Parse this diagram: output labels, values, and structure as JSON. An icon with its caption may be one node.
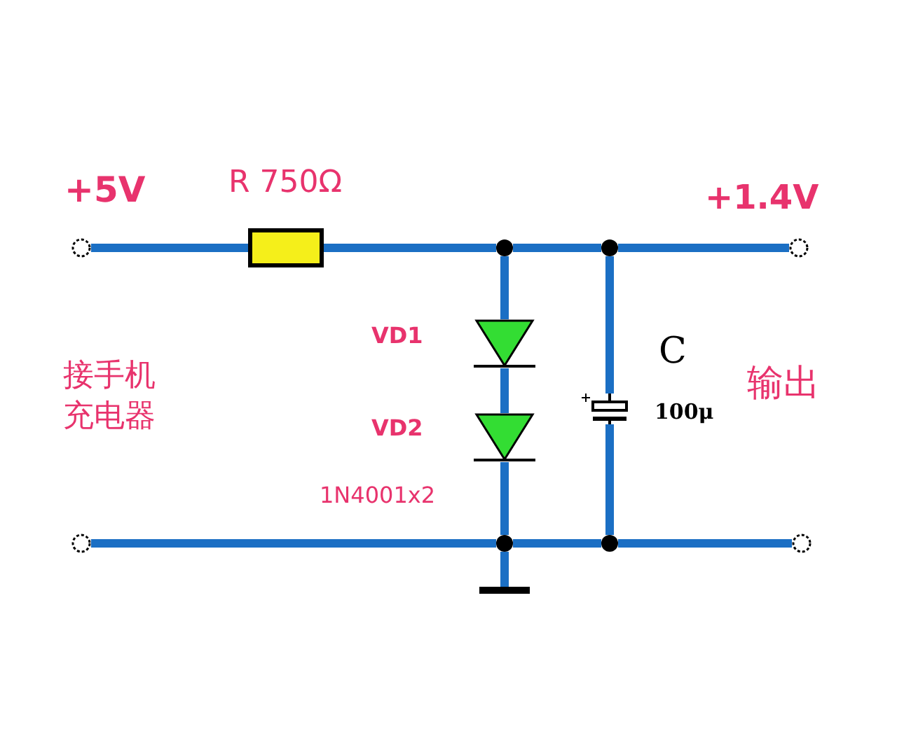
{
  "diagram": {
    "nodes": [
      {
        "text": [],
        "shape": "circle"
      },
      {
        "text": [],
        "shape": "box",
        "beside": [
          "R 750Ω"
        ]
      },
      {
        "text": [],
        "shape": "circle"
      },
      {
        "text": [],
        "shape": "circle"
      },
      {
        "text": [],
        "shape": "circle"
      },
      {
        "text": [],
        "shape": "triangle",
        "beside": [
          "VD1"
        ]
      },
      {
        "text": [],
        "shape": "triangle",
        "beside": [
          "VD2"
        ]
      },
      {
        "text": [],
        "shape": "capacitor",
        "beside": [
          "C",
          "100μ"
        ]
      },
      {
        "text": [],
        "shape": "circle"
      },
      {
        "text": [],
        "shape": "circle"
      },
      {
        "text": [],
        "shape": "circle"
      },
      {
        "text": [],
        "shape": "circle"
      },
      {
        "text": [],
        "shape": "bar"
      }
    ],
    "edges": [
      {
        "from": 0,
        "to": 1,
        "arrow": "none"
      },
      {
        "from": 1,
        "to": 2,
        "arrow": "none"
      },
      {
        "from": 2,
        "to": 3,
        "arrow": "none"
      },
      {
        "from": 3,
        "to": 4,
        "arrow": "none"
      },
      {
        "from": 2,
        "to": 5,
        "arrow": "none"
      },
      {
        "from": 5,
        "to": 6,
        "arrow": "none"
      },
      {
        "from": 6,
        "to": 9,
        "arrow": "none"
      },
      {
        "from": 3,
        "to": 7,
        "arrow": "none"
      },
      {
        "from": 7,
        "to": 10,
        "arrow": "none"
      },
      {
        "from": 8,
        "to": 9,
        "arrow": "none"
      },
      {
        "from": 9,
        "to": 10,
        "arrow": "none"
      },
      {
        "from": 10,
        "to": 11,
        "arrow": "none"
      },
      {
        "from": 9,
        "to": 12,
        "arrow": "none"
      }
    ],
    "labels": [
      "+5V",
      "+1.4V",
      "接手机充电器",
      "1N4001x2",
      "输出"
    ]
  }
}
